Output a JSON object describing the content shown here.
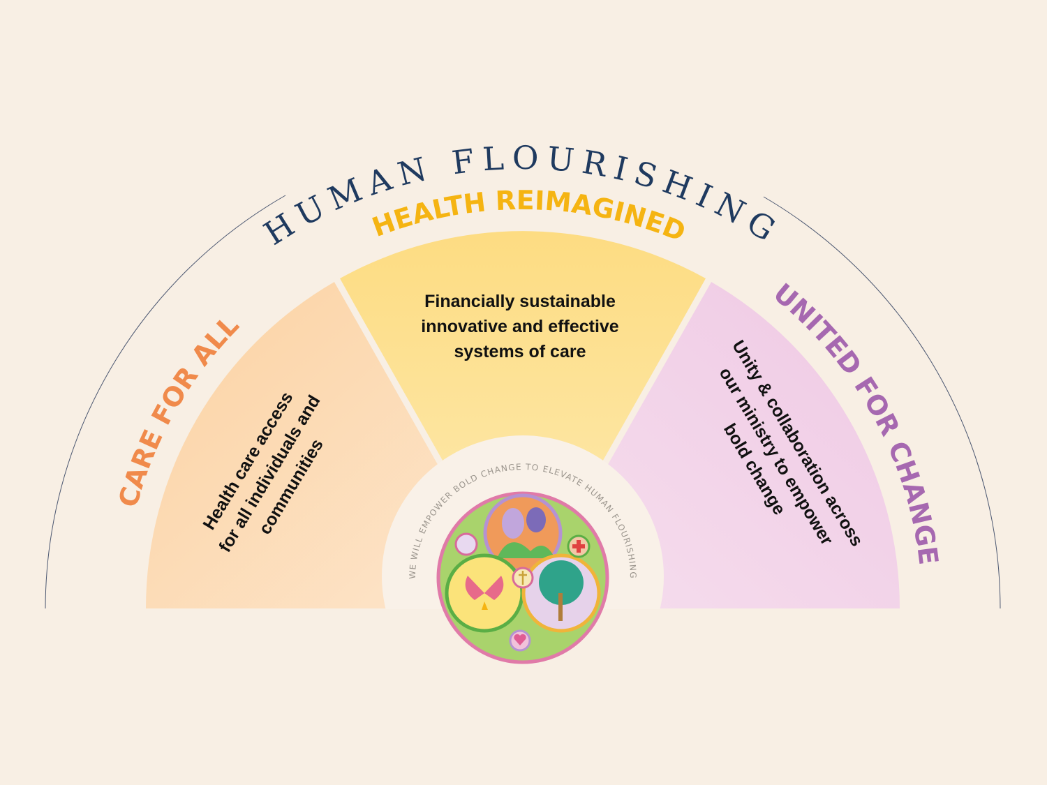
{
  "title": "HUMAN FLOURISHING",
  "pillars": [
    {
      "label": "CARE FOR ALL",
      "color": "#f08a4b",
      "lines": [
        "Health care access",
        "for all individuals and",
        "communities"
      ]
    },
    {
      "label": "HEALTH REIMAGINED",
      "color": "#f5b412",
      "lines": [
        "Financially sustainable",
        "innovative and effective",
        "systems of care"
      ]
    },
    {
      "label": "UNITED FOR CHANGE",
      "color": "#a668b0",
      "lines": [
        "Unity & collaboration across",
        "our ministry to empower",
        "bold change"
      ]
    }
  ],
  "motto": "WE WILL EMPOWER BOLD CHANGE TO ELEVATE HUMAN FLOURISHING",
  "colors": {
    "background": "#f8efe4",
    "title": "#1f3a5f",
    "arc_line": "#4a5670"
  }
}
